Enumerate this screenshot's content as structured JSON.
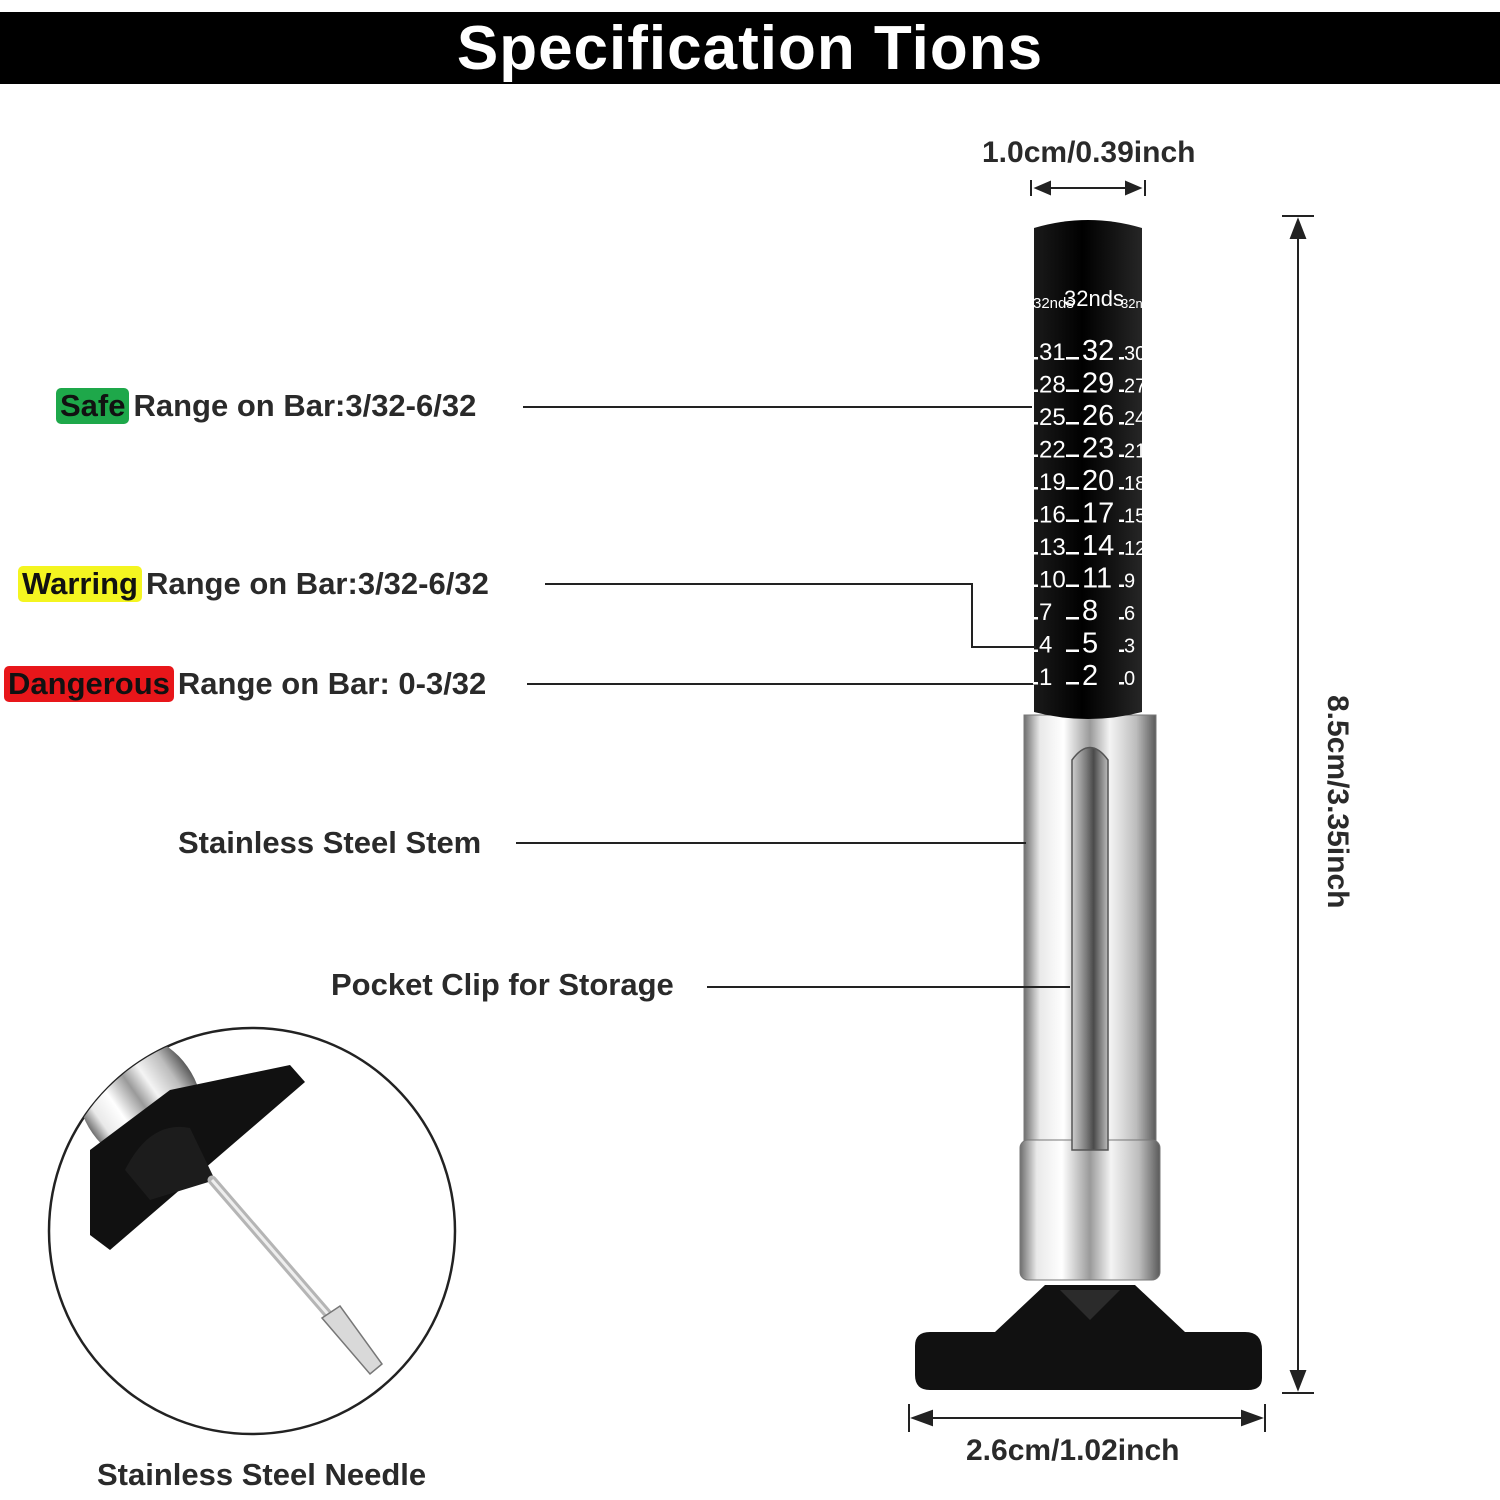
{
  "title": "Specification Tions",
  "dimensions": {
    "width_top": "1.0cm/0.39inch",
    "height": "8.5cm/3.35inch",
    "width_base": "2.6cm/1.02inch"
  },
  "callouts": {
    "safe": {
      "tag": "Safe",
      "text": "Range on Bar:3/32-6/32",
      "color": "#1ea84a"
    },
    "warning": {
      "tag": "Warring",
      "text": "Range on Bar:3/32-6/32",
      "color": "#f4f520"
    },
    "danger": {
      "tag": "Dangerous",
      "text": "Range on Bar: 0-3/32",
      "color": "#e8161a"
    },
    "stem": "Stainless Steel Stem",
    "clip": "Pocket Clip for Storage",
    "needle": "Stainless Steel Needle"
  },
  "scale": {
    "unit": "32nds",
    "unit_small": "32nds",
    "left_column": [
      "31",
      "28",
      "25",
      "22",
      "19",
      "16",
      "13",
      "10",
      "7",
      "4",
      "1"
    ],
    "middle_column": [
      "32",
      "29",
      "26",
      "23",
      "20",
      "17",
      "14",
      "11",
      "8",
      "5",
      "2"
    ],
    "right_column": [
      "30",
      "27",
      "24",
      "21",
      "18",
      "15",
      "12",
      "9",
      "6",
      "3",
      "0"
    ]
  }
}
